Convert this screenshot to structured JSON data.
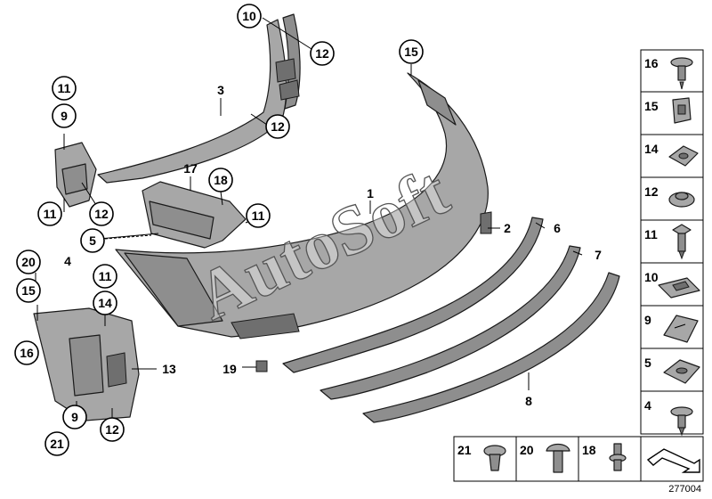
{
  "diagram": {
    "reference_number": "277004",
    "watermark": "AutoSoft",
    "callouts": {
      "c10": "10",
      "c12a": "12",
      "c3": "3",
      "c12b": "12",
      "c15": "15",
      "c11a": "11",
      "c9a": "9",
      "c11b": "11",
      "c12c": "12",
      "c17": "17",
      "c18": "18",
      "c11c": "11",
      "c1": "1",
      "c2": "2",
      "c6": "6",
      "c7": "7",
      "c4": "4",
      "c5": "5",
      "c20": "20",
      "c15b": "15",
      "c11d": "11",
      "c14": "14",
      "c16": "16",
      "c13": "13",
      "c19": "19",
      "c9b": "9",
      "c21": "21",
      "c12d": "12",
      "c8": "8"
    },
    "legend_right": [
      "16",
      "15",
      "14",
      "12",
      "11",
      "10",
      "9",
      "5",
      "4"
    ],
    "legend_bottom": [
      "21",
      "20",
      "18"
    ]
  }
}
